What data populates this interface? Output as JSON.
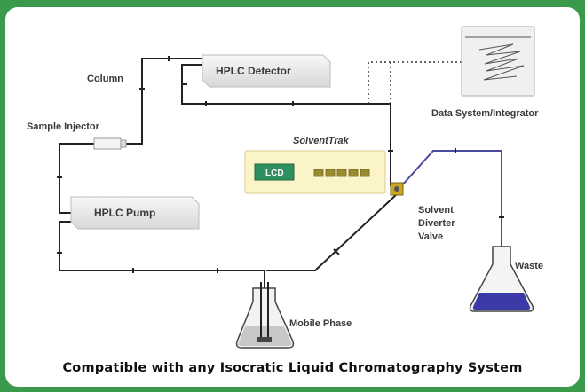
{
  "labels": {
    "column": "Column",
    "hplc_detector": "HPLC Detector",
    "sample_injector": "Sample Injector",
    "data_system": "Data System/Integrator",
    "solventtrak": "SolventTrak",
    "lcd": "LCD",
    "hplc_pump": "HPLC Pump",
    "valve_line1": "Solvent",
    "valve_line2": "Diverter",
    "valve_line3": "Valve",
    "waste": "Waste",
    "mobile_phase": "Mobile Phase"
  },
  "caption": "Compatible with any Isocratic Liquid Chromatography System",
  "colors": {
    "border_green": "#3a9a4c",
    "tubing": "#222222",
    "waste_line": "#4a4aa0",
    "waste_liquid": "#3a3aa8",
    "solventtrak_fill": "#fbf4c8",
    "lcd_fill": "#2f8f5e",
    "box_fill": "#eeeeee"
  },
  "icons": [
    "beaker-icon",
    "flask-icon",
    "chromatogram-icon",
    "valve-icon"
  ]
}
